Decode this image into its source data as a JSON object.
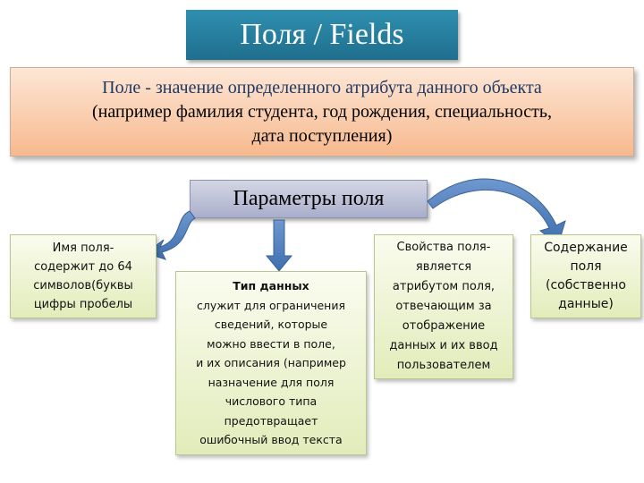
{
  "title": "Поля / Fields",
  "definition": {
    "line1": "Поле - значение определенного атрибута данного объекта",
    "line2": "(например фамилия студента, год рождения, специальность,",
    "line3": "дата поступления)"
  },
  "params_title": "Параметры поля",
  "boxes": {
    "name": {
      "lines": [
        "Имя поля-",
        "содержит до 64",
        "символов(буквы",
        "цифры пробелы"
      ]
    },
    "type": {
      "heading": "Тип данных",
      "lines": [
        "служит для ограничения",
        "сведений, которые",
        "можно ввести в поле,",
        "и их описания (например",
        "назначение для поля",
        "числового типа",
        "предотвращает",
        "ошибочный ввод текста"
      ]
    },
    "props": {
      "lines": [
        "Свойства поля-",
        "является",
        "атрибутом поля,",
        "отвечающим за",
        "отображение",
        "данных и их ввод",
        "пользователем"
      ]
    },
    "content": {
      "lines": [
        "Содержание",
        "поля",
        "(собственно",
        "данные)"
      ]
    }
  },
  "colors": {
    "title_bg": "#2378a0",
    "definition_bg": "#f9c9a6",
    "params_bg": "#b9bdd4",
    "box_bg": "#eef3d2",
    "arrow": "#4f81bd"
  }
}
